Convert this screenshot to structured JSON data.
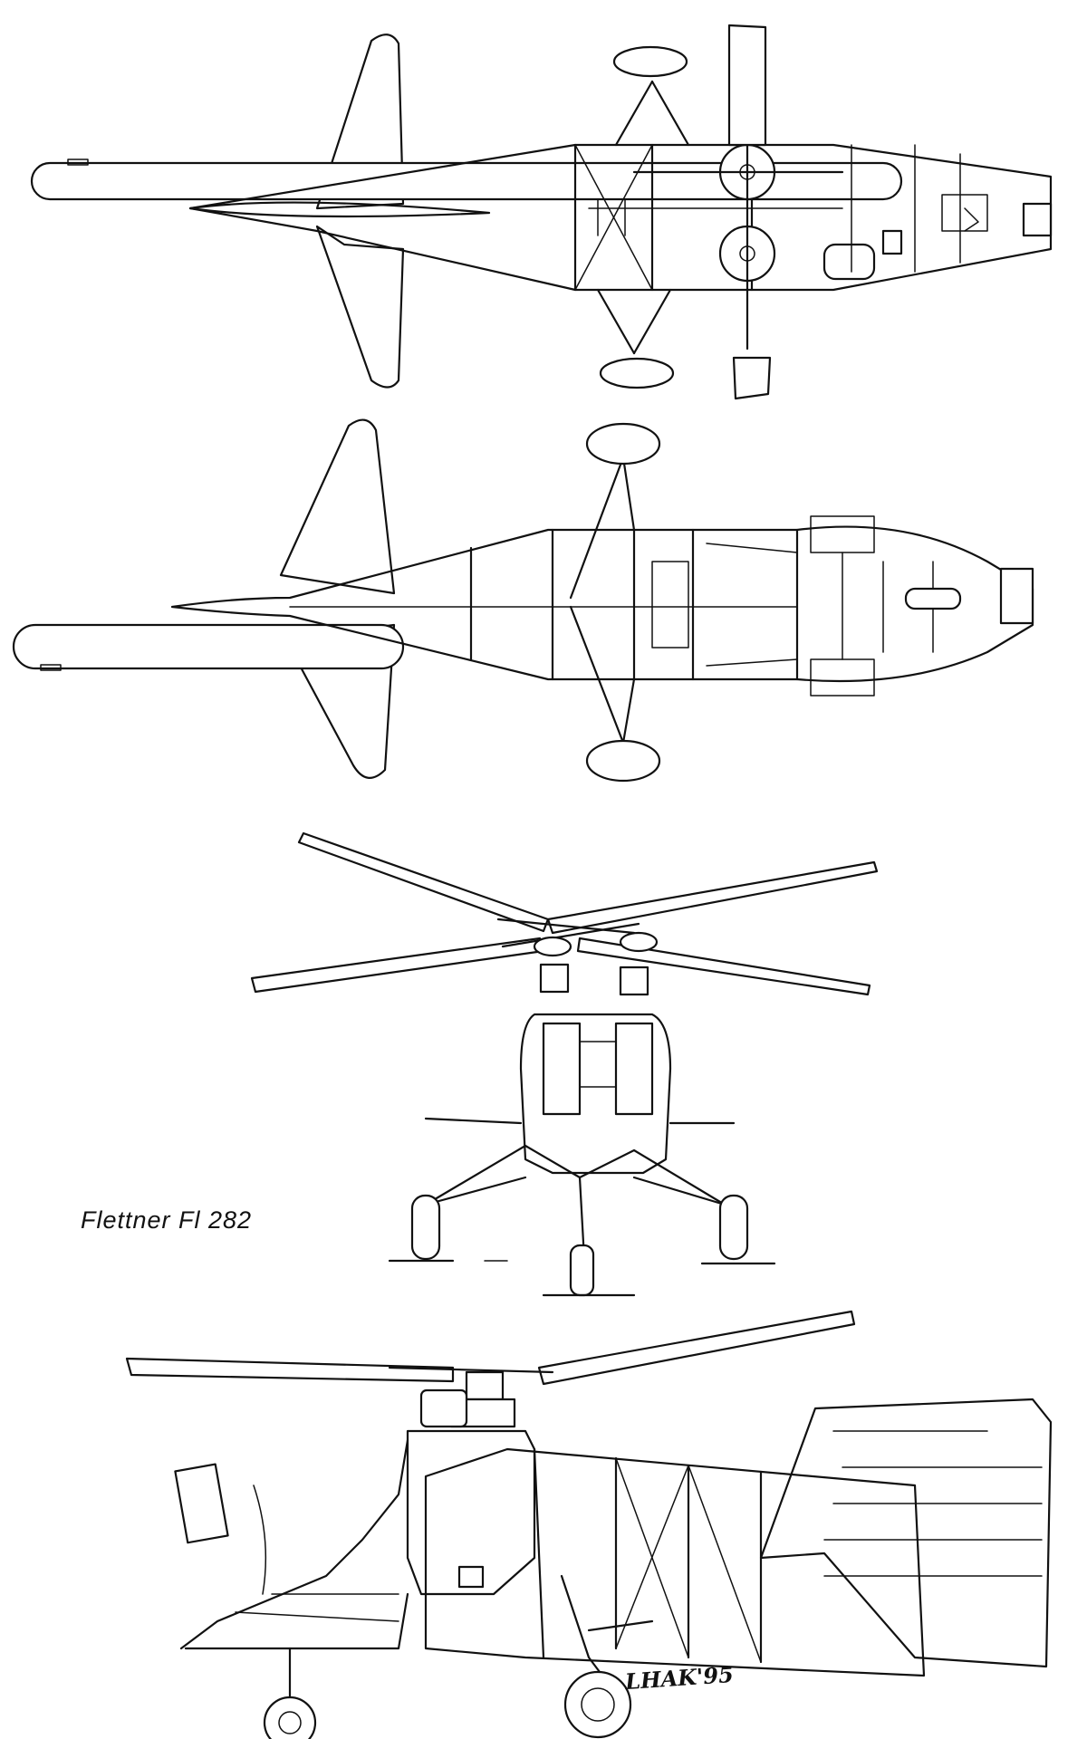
{
  "caption": "Flettner Fl 282",
  "signature": "LHAK'95",
  "views": [
    {
      "name": "top-view-with-rotor"
    },
    {
      "name": "top-view-without-rotor"
    },
    {
      "name": "front-view"
    },
    {
      "name": "side-view"
    }
  ],
  "colors": {
    "ink": "#111111",
    "paper": "#ffffff"
  }
}
